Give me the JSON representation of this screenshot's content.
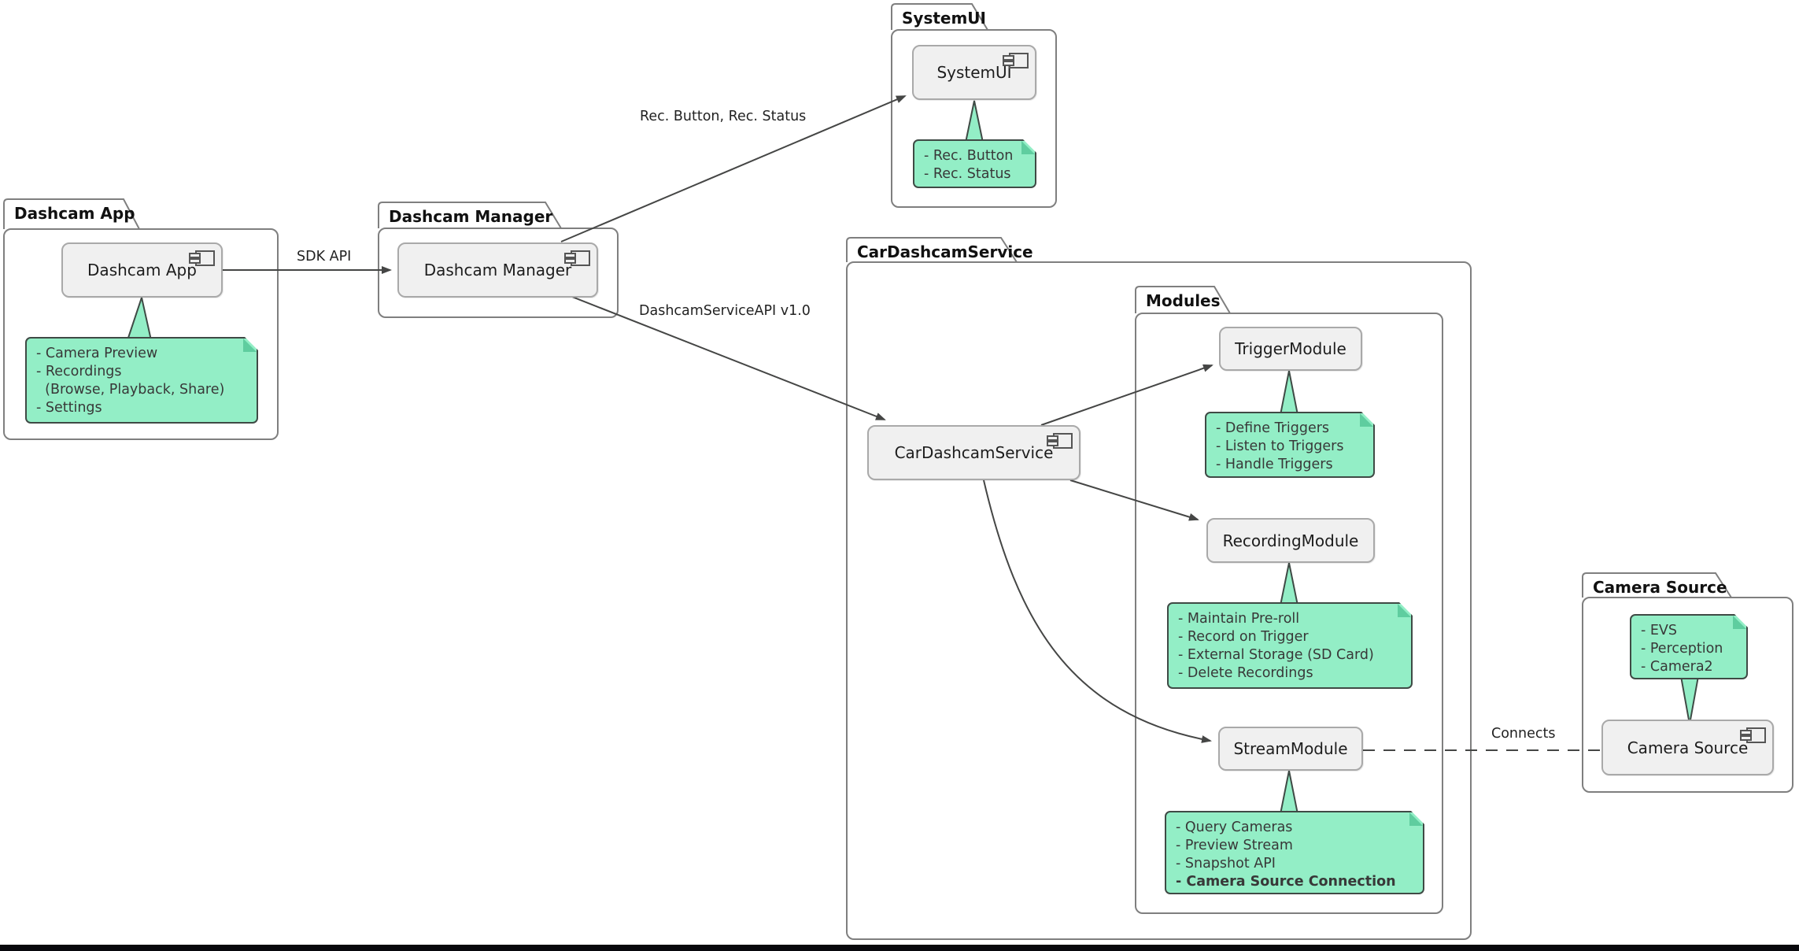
{
  "diagram": {
    "packages": {
      "dashcam_app": {
        "title": "Dashcam App"
      },
      "dashcam_manager": {
        "title": "Dashcam Manager"
      },
      "systemui": {
        "title": "SystemUI"
      },
      "car_dashcam_service": {
        "title": "CarDashcamService"
      },
      "modules": {
        "title": "Modules"
      },
      "camera_source": {
        "title": "Camera Source"
      }
    },
    "components": {
      "dashcam_app": "Dashcam App",
      "dashcam_manager": "Dashcam Manager",
      "systemui": "SystemUI",
      "car_dashcam_service": "CarDashcamService",
      "trigger_module": "TriggerModule",
      "recording_module": "RecordingModule",
      "stream_module": "StreamModule",
      "camera_source": "Camera Source"
    },
    "notes": {
      "dashcam_app": [
        "- Camera Preview",
        "- Recordings",
        "  (Browse, Playback, Share)",
        "- Settings"
      ],
      "systemui": [
        "- Rec. Button",
        "- Rec. Status"
      ],
      "trigger_module": [
        "- Define Triggers",
        "- Listen to Triggers",
        "- Handle Triggers"
      ],
      "recording_module": [
        "- Maintain Pre-roll",
        "- Record on Trigger",
        "- External Storage (SD Card)",
        "- Delete Recordings"
      ],
      "stream_module": [
        "- Query Cameras",
        "- Preview Stream",
        "- Snapshot API",
        "- Camera Source Connection"
      ],
      "camera_source": [
        "- EVS",
        "- Perception",
        "- Camera2"
      ]
    },
    "edges": {
      "sdk_api": "SDK API",
      "rec_button_status": "Rec. Button, Rec. Status",
      "dashcam_service_api": "DashcamServiceAPI v1.0",
      "connects": "Connects"
    },
    "colors": {
      "note_fill": "#93EEC6",
      "note_border": "#3F4A45",
      "component_fill": "#F0F0F0",
      "component_border": "#A9A9A9",
      "line": "#454645",
      "bottom_bar": "#08080c"
    }
  }
}
